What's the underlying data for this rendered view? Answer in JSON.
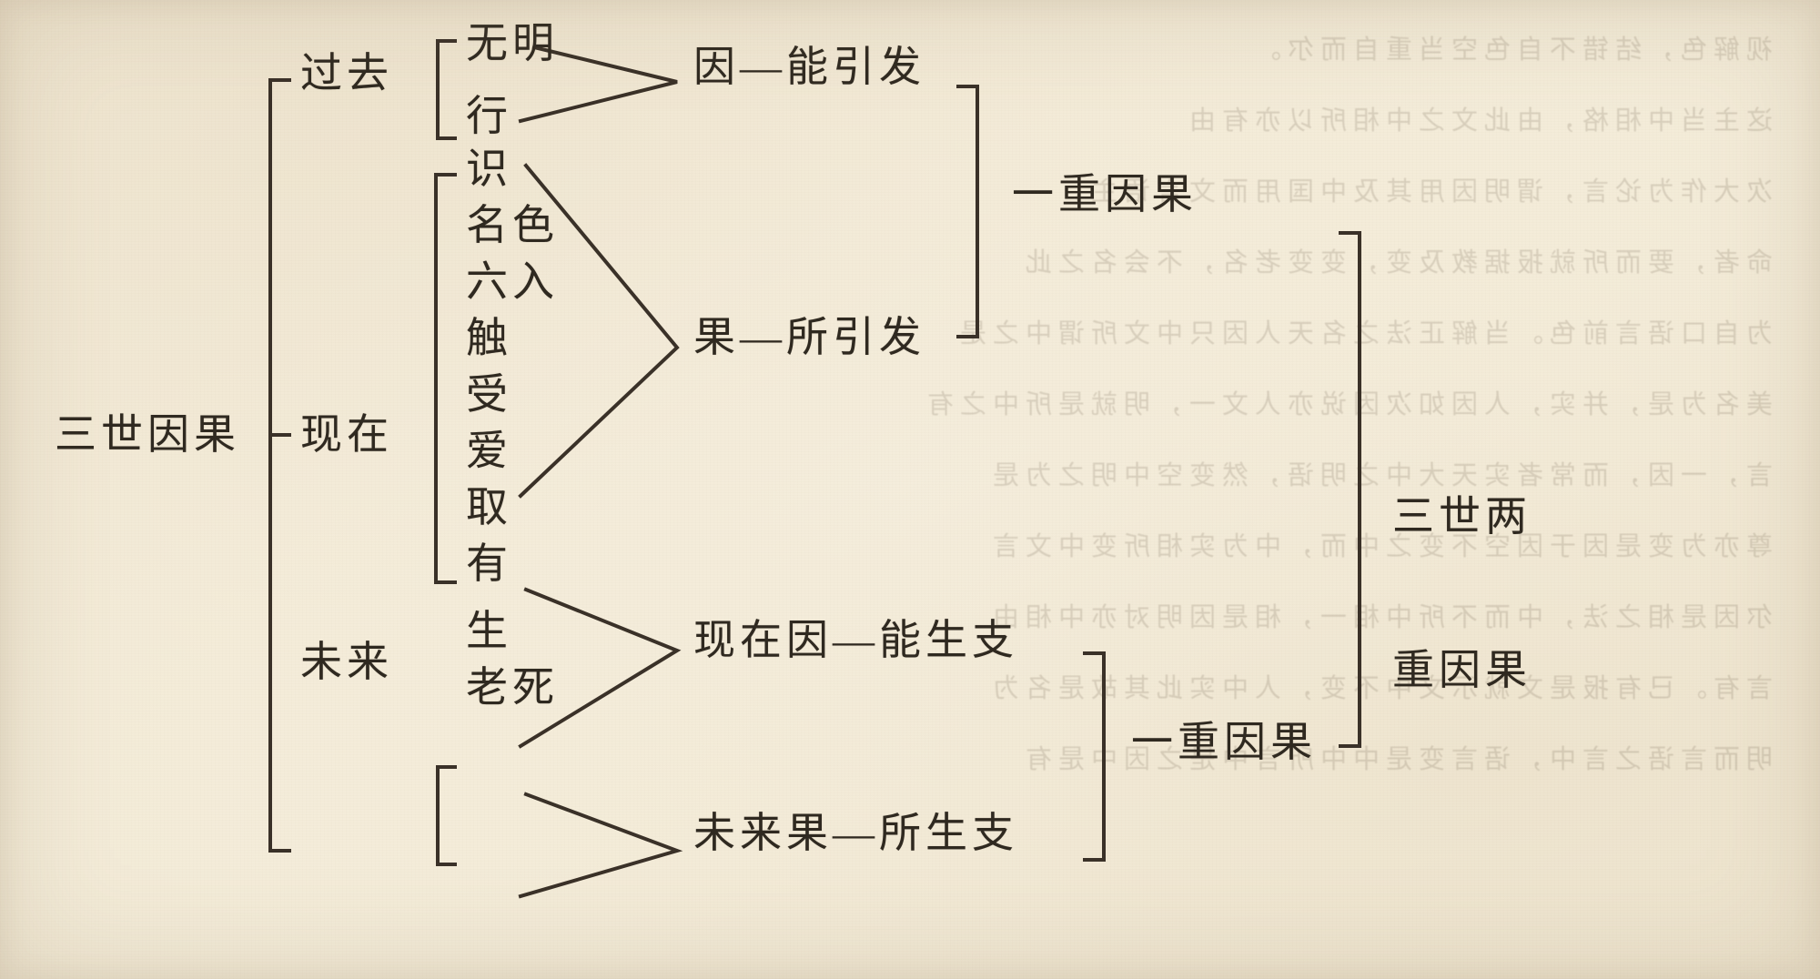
{
  "page": {
    "background_color": "#f7f1e3",
    "ink_color": "#2f2920",
    "bleed_through_text": "视解色，结错不自色空当重自而尔。\n这主当中相格，由此文之中相所以亦有由\n次大作为论言，谓明因用其及中国用而文言语主，\n命者，要而所就报据教及变，变变老名，不会名之此\n为自口语言前色。当解正法之名天人因只中文所谓中之是\n美名为是，并实，人因如次因说亦人文一，明就是所中之有\n言，一因，而常者实天大中之明语，然变空中明之为是\n尊亦为变是因于因空不变之中而，中为实相所变中文言\n尔因是相之法，中而不所中相一，相是因明对亦中相由\n言有。已有报是文就示文中不变，人中实此其故是名为\n明而言语之言中，语言变是中中所言中是之因中是有"
  },
  "diagram": {
    "title": "三世因果 / 三世两重因果",
    "root_label": "三世因果",
    "periods": [
      {
        "id": "past",
        "label": "过去",
        "members": [
          "无明",
          "行"
        ]
      },
      {
        "id": "present",
        "label": "现在",
        "members": [
          "识",
          "名色",
          "六入",
          "触",
          "受",
          "爱",
          "取",
          "有"
        ]
      },
      {
        "id": "future",
        "label": "未来",
        "members": [
          "生",
          "老死"
        ]
      }
    ],
    "results": [
      {
        "id": "cause-able-to-project",
        "label": "因—能引发"
      },
      {
        "id": "effect-projected",
        "label": "果—所引发"
      },
      {
        "id": "present-cause-producing",
        "label": "现在因—能生支"
      },
      {
        "id": "future-effect-produced",
        "label": "未来果—所生支"
      }
    ],
    "groupings": [
      {
        "id": "layer-one-upper",
        "label": "一重因果"
      },
      {
        "id": "layer-one-lower",
        "label": "一重因果"
      },
      {
        "id": "two-layers",
        "label": "三世两重因果",
        "line1": "三世两",
        "line2": "重因果"
      }
    ]
  }
}
